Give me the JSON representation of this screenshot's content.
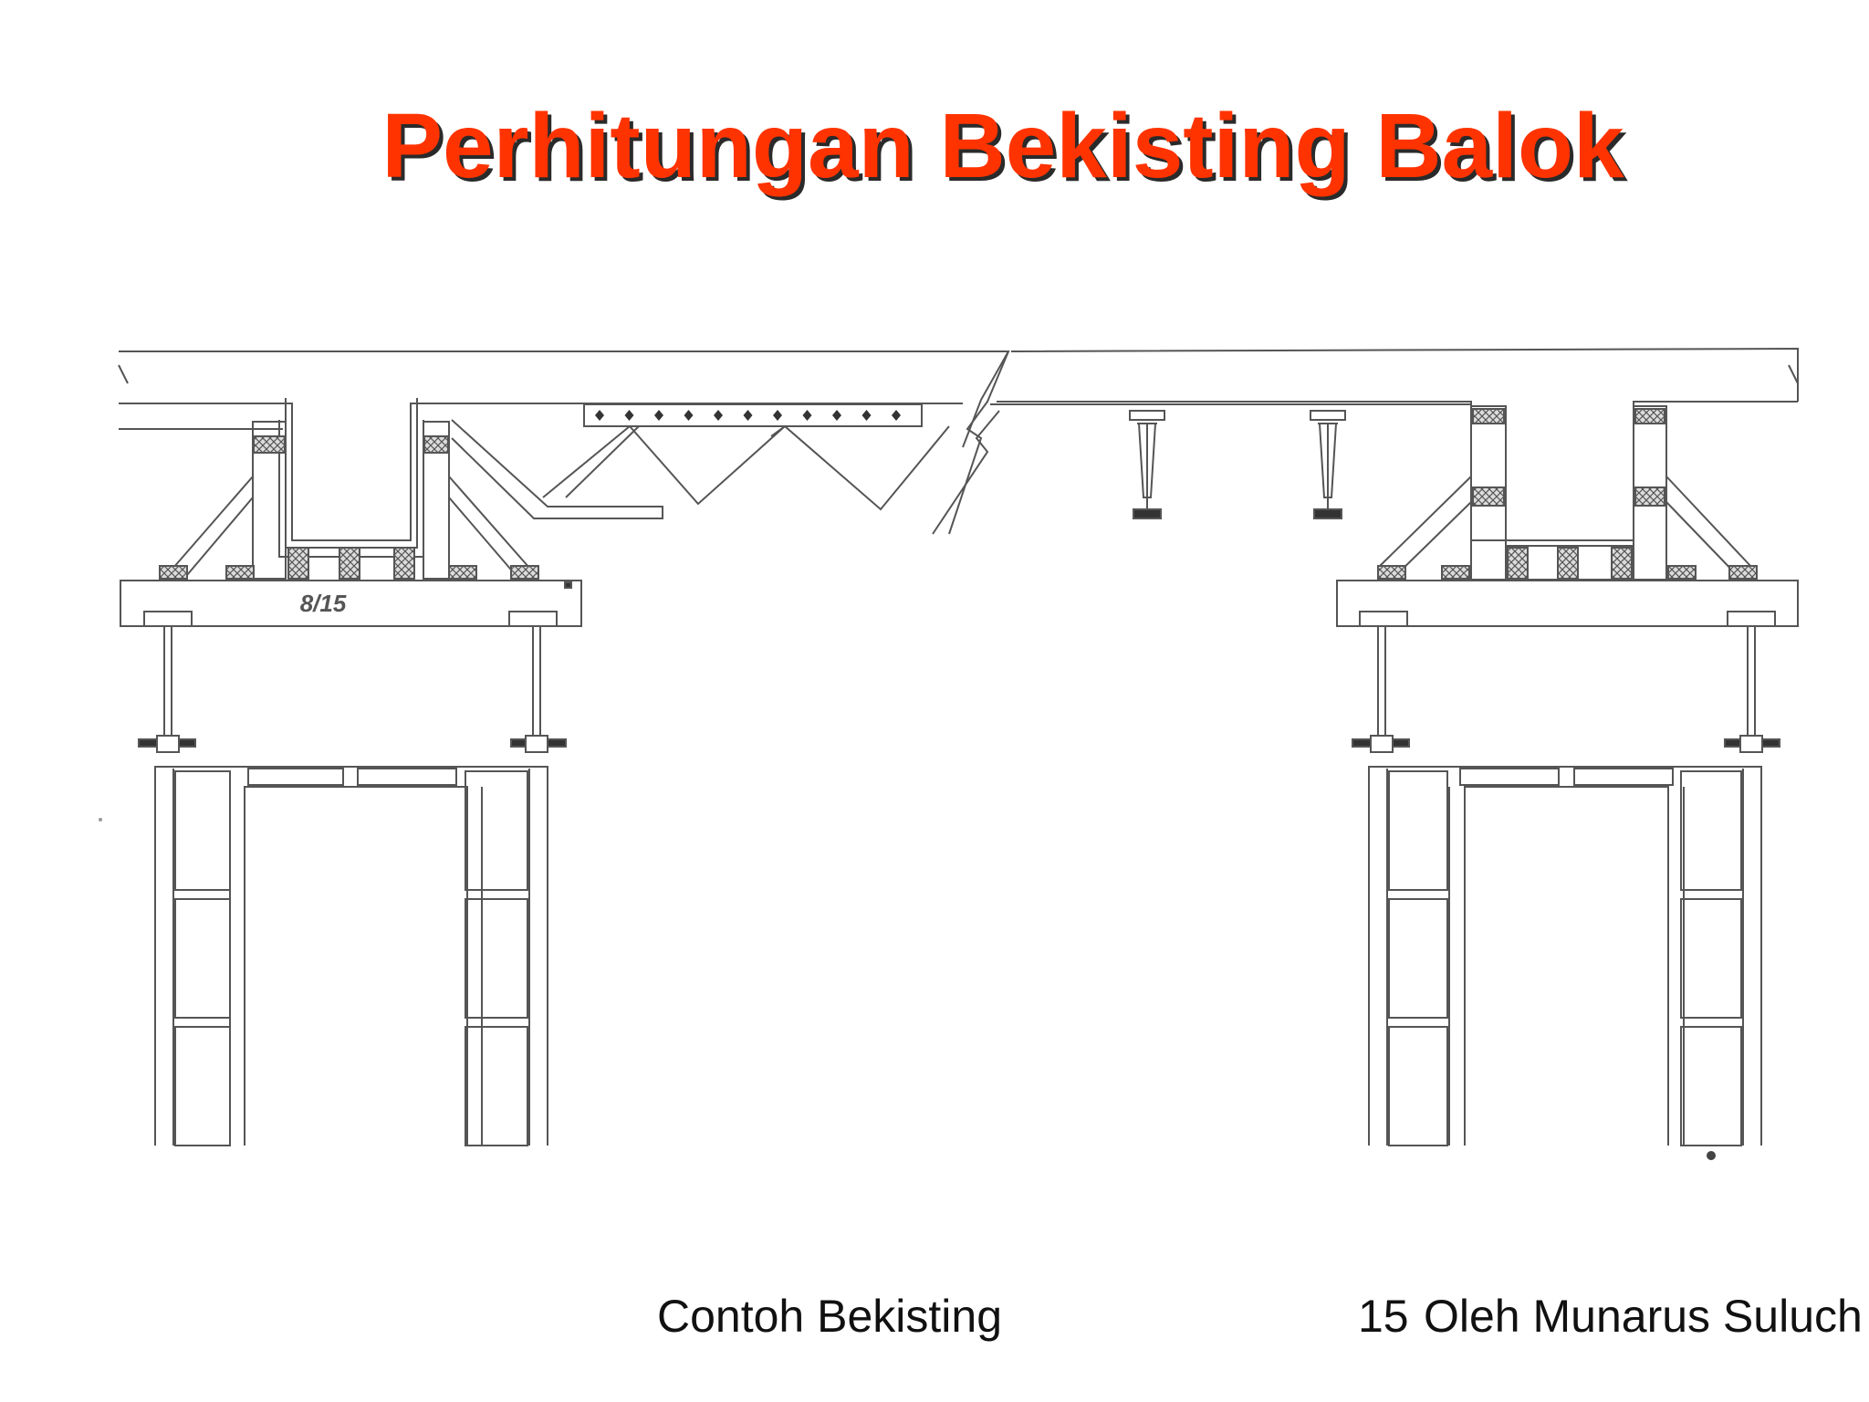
{
  "slide": {
    "title": "Perhitungan Bekisting Balok",
    "caption": "Contoh Bekisting",
    "page_number": "15",
    "author": "Oleh Munarus Suluch",
    "colors": {
      "title": "#ff3300",
      "title_shadow": "#2a2a2a",
      "line": "#555555"
    }
  },
  "diagram": {
    "timber_label": "8/15"
  }
}
